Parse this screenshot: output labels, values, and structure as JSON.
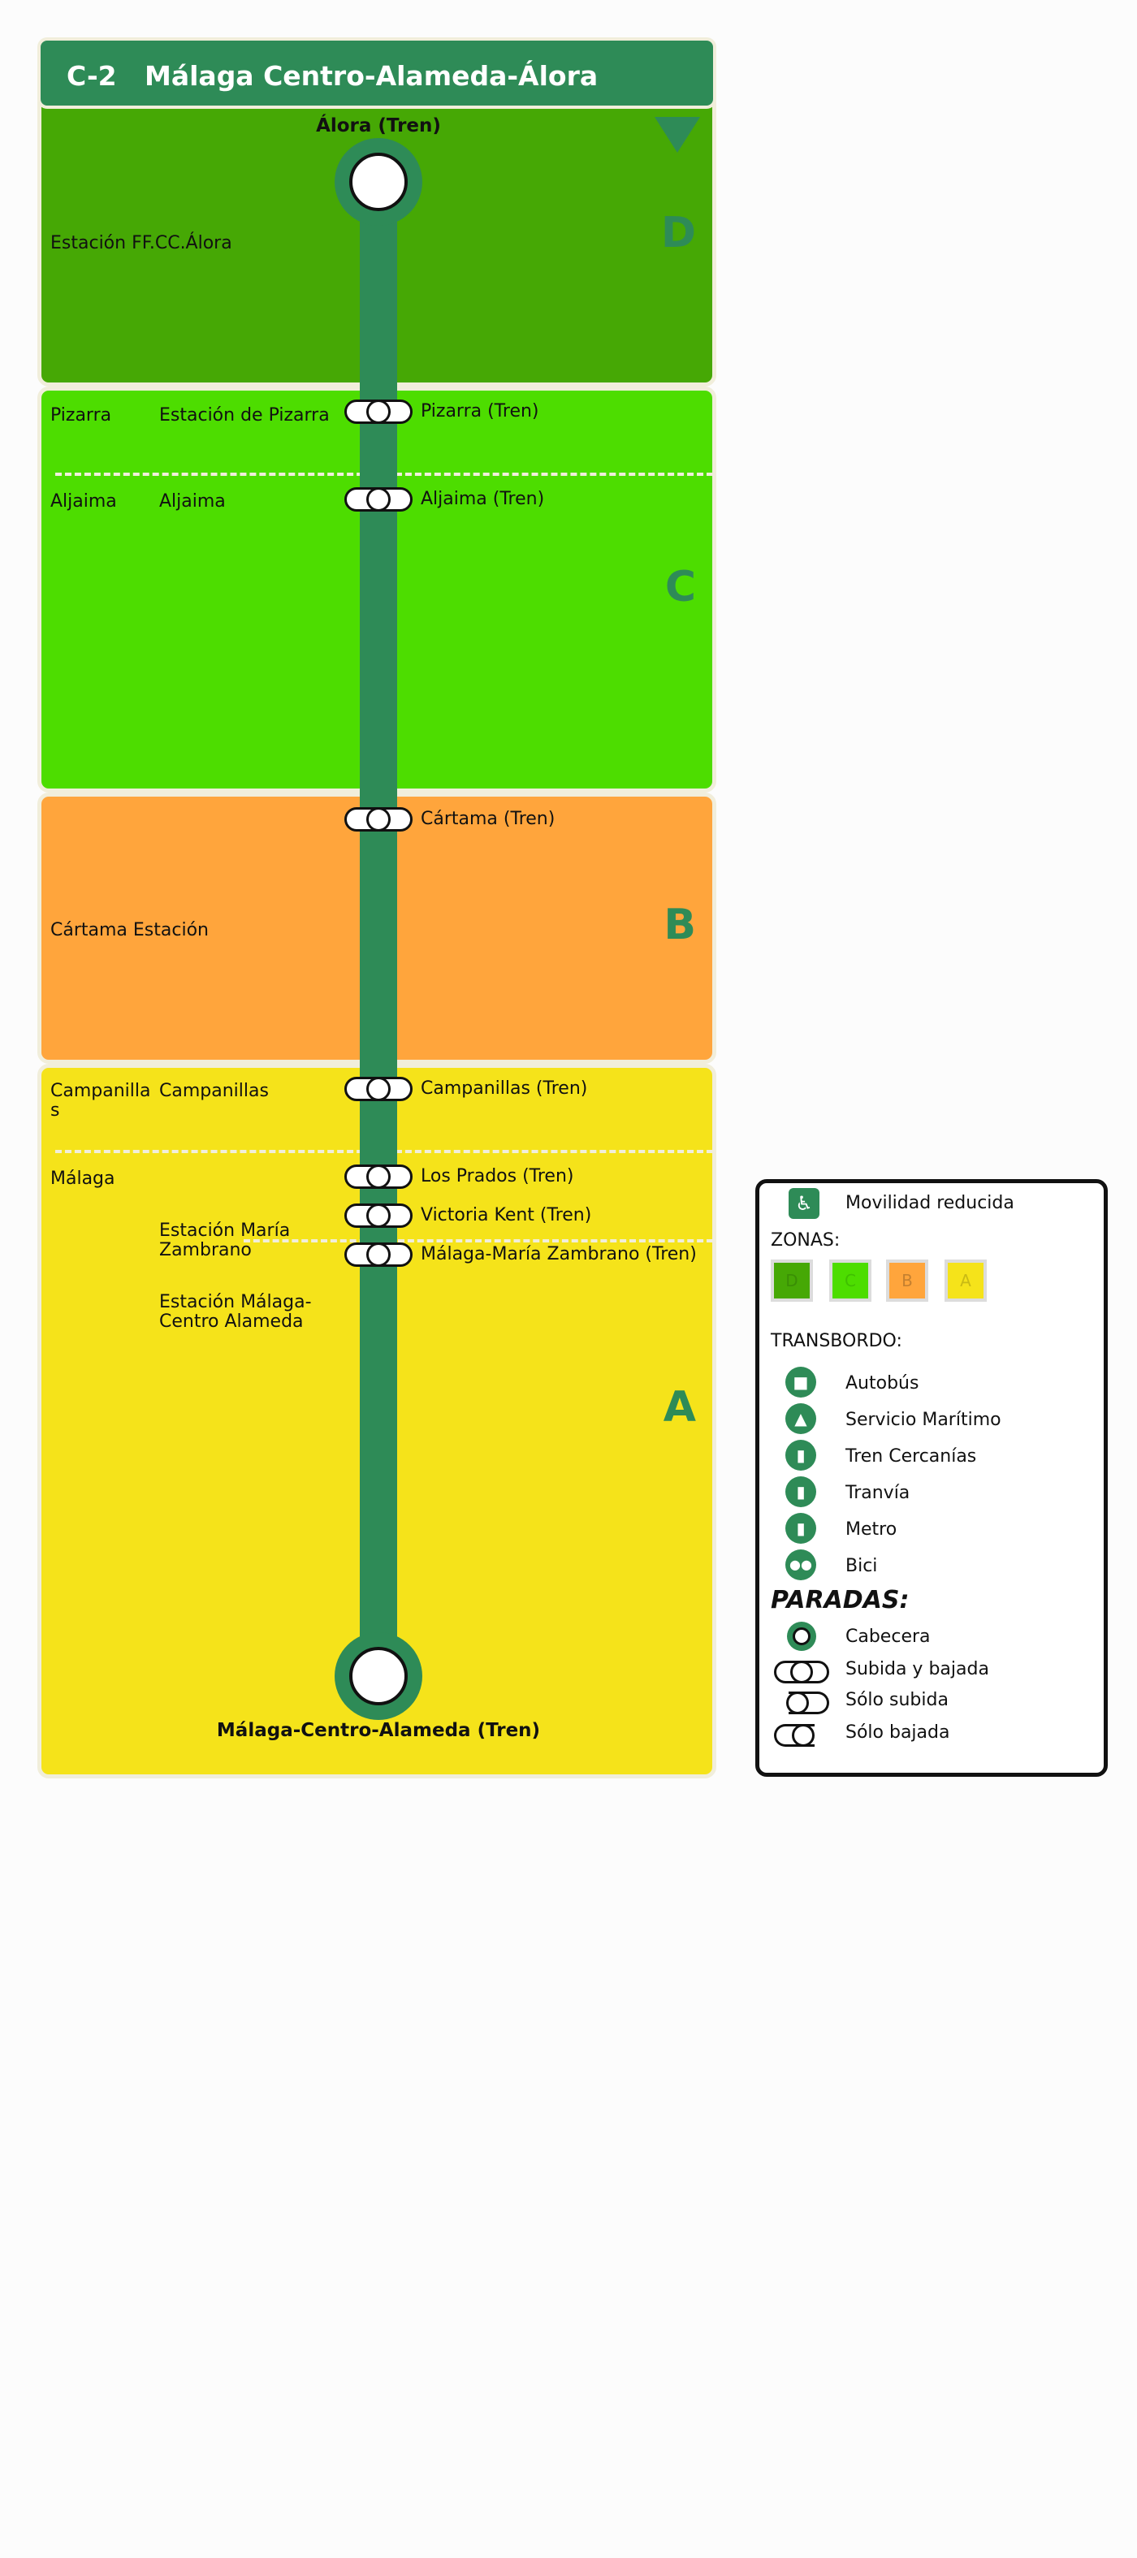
{
  "line": {
    "code": "C-2",
    "name": "Málaga Centro-Alameda-Álora"
  },
  "terminals": {
    "top": "Álora (Tren)",
    "bottom": "Málaga-Centro-Alameda (Tren)"
  },
  "zones": [
    {
      "letter": "D",
      "color": "#46a805"
    },
    {
      "letter": "C",
      "color": "#4ddd00"
    },
    {
      "letter": "B",
      "color": "#ffa53c"
    },
    {
      "letter": "A",
      "color": "#f5e31a"
    }
  ],
  "towns": {
    "alora_station": "Estación FF.CC.Álora",
    "pizarra": "Pizarra",
    "aljaima": "Aljaima",
    "cartama": "Cártama Estación",
    "campanillas": "Campanilla s",
    "malaga": "Málaga"
  },
  "local_stops": {
    "pizarra": "Estación de Pizarra",
    "aljaima": "Aljaima",
    "campanillas": "Campanillas",
    "maria_zambrano": "Estación María Zambrano",
    "centro_alameda": "Estación Málaga-Centro Alameda"
  },
  "stops": [
    "Pizarra (Tren)",
    "Aljaima (Tren)",
    "Cártama (Tren)",
    "Campanillas (Tren)",
    "Los Prados (Tren)",
    "Victoria Kent (Tren)",
    "Málaga-María Zambrano (Tren)"
  ],
  "legend": {
    "accessibility": "Movilidad reducida",
    "zonas_title": "ZONAS:",
    "zone_swatches": [
      {
        "letter": "D",
        "color": "#46a805",
        "text_color": "#3a8f05"
      },
      {
        "letter": "C",
        "color": "#4ddd00",
        "text_color": "#3fc000"
      },
      {
        "letter": "B",
        "color": "#ffa53c",
        "text_color": "#c58030"
      },
      {
        "letter": "A",
        "color": "#f5e31a",
        "text_color": "#c9ba14"
      }
    ],
    "transbordo_title": "TRANSBORDO:",
    "transfers": [
      "Autobús",
      "Servicio Marítimo",
      "Tren Cercanías",
      "Tranvía",
      "Metro",
      "Bici"
    ],
    "paradas_title": "PARADAS:",
    "stop_types": [
      "Cabecera",
      "Subida y bajada",
      "Sólo subida",
      "Sólo bajada"
    ]
  },
  "icons": {
    "direction": "down-triangle-icon",
    "accessibility": "wheelchair-icon",
    "transfers": [
      "bus-icon",
      "boat-icon",
      "train-icon",
      "tram-icon",
      "metro-icon",
      "bike-icon"
    ]
  }
}
